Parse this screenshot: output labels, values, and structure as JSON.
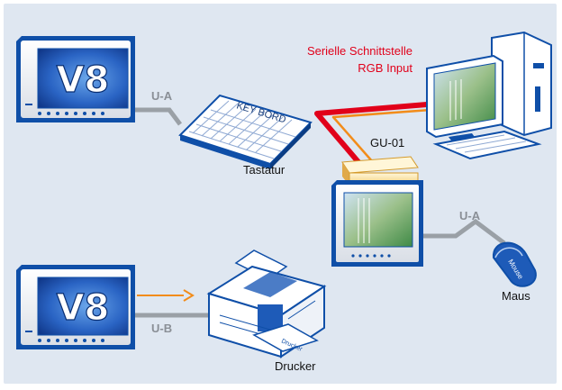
{
  "colors": {
    "background": "#dfe7f1",
    "device_outline": "#0f4fa8",
    "screen_blue": "#1e5bb8",
    "cable_gray": "#9aa0a6",
    "cable_red": "#e1001a",
    "cable_orange": "#f28c1a",
    "label_red": "#e1001a"
  },
  "icons": [
    "hmi-panel-icon",
    "keyboard-icon",
    "pc-icon",
    "printer-icon",
    "mouse-icon",
    "arrow-icon"
  ],
  "panels": {
    "top_screen_text": "V8",
    "bottom_screen_text": "V8"
  },
  "devices": {
    "keyboard_print": "KEY BORD",
    "mouse_print": "Mouse",
    "printer_paper_print": "Drucker"
  },
  "labels": {
    "keyboard": "Tastatur",
    "mouse": "Maus",
    "printer": "Drucker",
    "gu01": "GU-01",
    "serial_line1": "Serielle Schnittstelle",
    "serial_line2": "RGB Input"
  },
  "connections": {
    "keyboard": "U-A",
    "mouse": "U-A",
    "printer": "U-B"
  }
}
